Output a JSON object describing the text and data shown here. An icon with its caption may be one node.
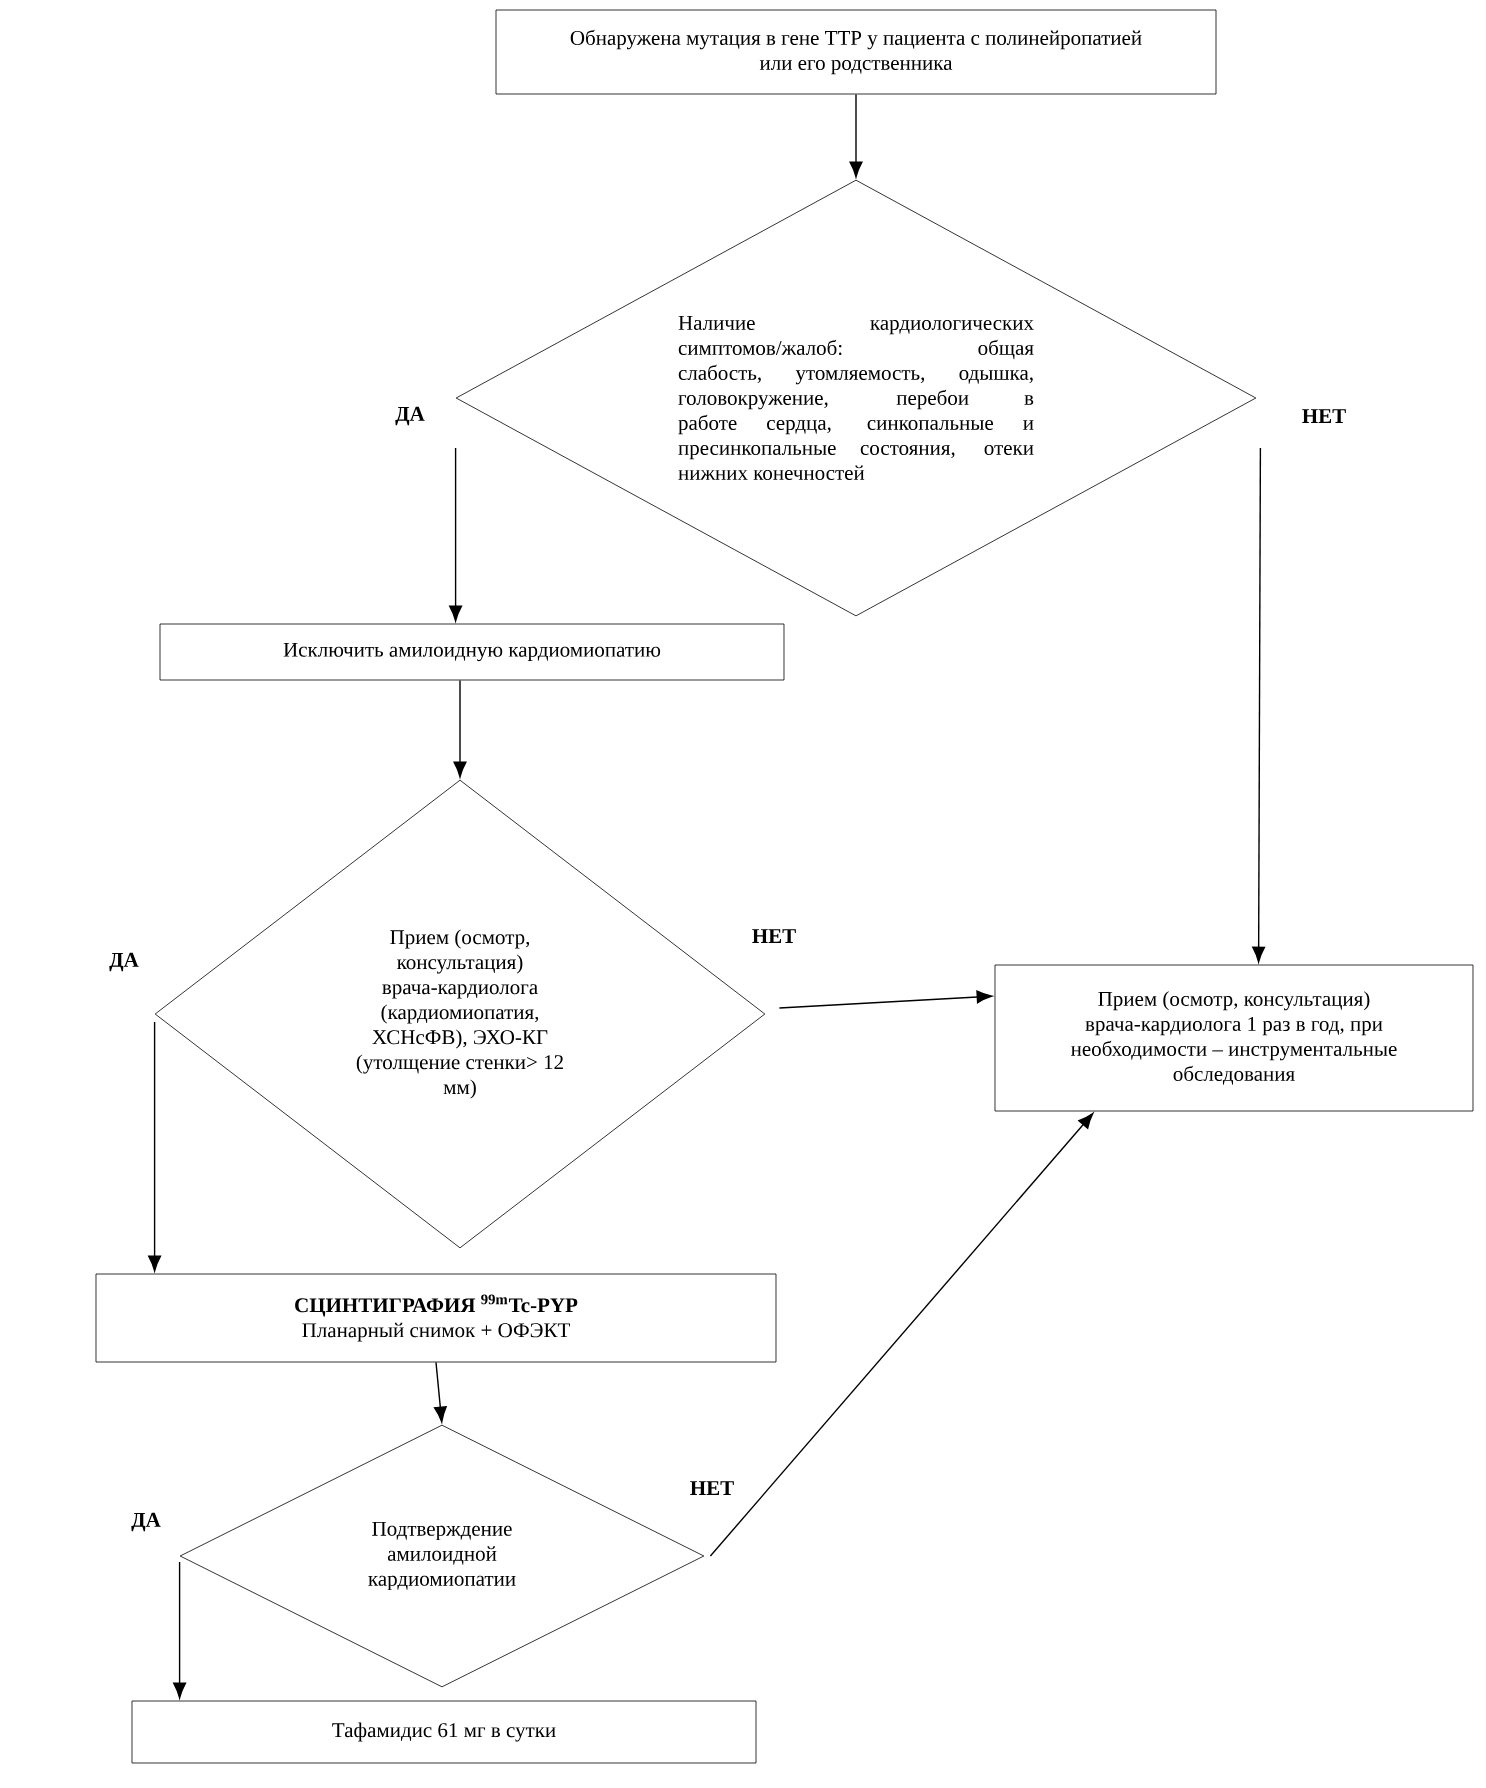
{
  "diagram": {
    "nodes": [
      {
        "text": [
          "Обнаружена мутация в гене ТТР у пациента с полинейропатией или его родственника"
        ]
      },
      {
        "text": [
          "Наличие кардиологических симптомов/жалоб: общая слабость, утомляемость, одышка, головокружение, перебои в работе сердца, синкопальные и пресинкопальные состояния, отеки нижних конечностей"
        ]
      },
      {
        "text": [
          "Исключить амилоидную кардиомиопатию"
        ]
      },
      {
        "text": [
          "Прием (осмотр, консультация) врача-кардиолога (кардиомиопатия, ХСНсФВ), ЭХО-КГ (утолщение стенки> 12 мм)"
        ]
      },
      {
        "text": [
          "Прием (осмотр, консультация) врача-кардиолога 1 раз в год, при необходимости – инструментальные обследования"
        ]
      },
      {
        "text": [
          "СЦИНТИГРАФИЯ $^{99m}$Tc-PYP",
          "Планарный снимок + ОФЭКТ"
        ]
      },
      {
        "text": [
          "Подтверждение амилоидной кардиомиопатии"
        ]
      },
      {
        "text": [
          "Тафамидис 61 мг в сутки"
        ]
      }
    ],
    "edges": [
      {
        "from": 0,
        "to": 1,
        "arrow": "to"
      },
      {
        "from": 1,
        "to": 2,
        "arrow": "to",
        "label": "ДА"
      },
      {
        "from": 1,
        "to": 4,
        "arrow": "to",
        "label": "НЕТ"
      },
      {
        "from": 2,
        "to": 3,
        "arrow": "to"
      },
      {
        "from": 3,
        "to": 4,
        "arrow": "to",
        "label": "НЕТ"
      },
      {
        "from": 3,
        "to": 5,
        "arrow": "to",
        "label": "ДА"
      },
      {
        "from": 5,
        "to": 6,
        "arrow": "to"
      },
      {
        "from": 6,
        "to": 4,
        "arrow": "to",
        "label": "НЕТ"
      },
      {
        "from": 6,
        "to": 7,
        "arrow": "to",
        "label": "ДА"
      }
    ]
  }
}
